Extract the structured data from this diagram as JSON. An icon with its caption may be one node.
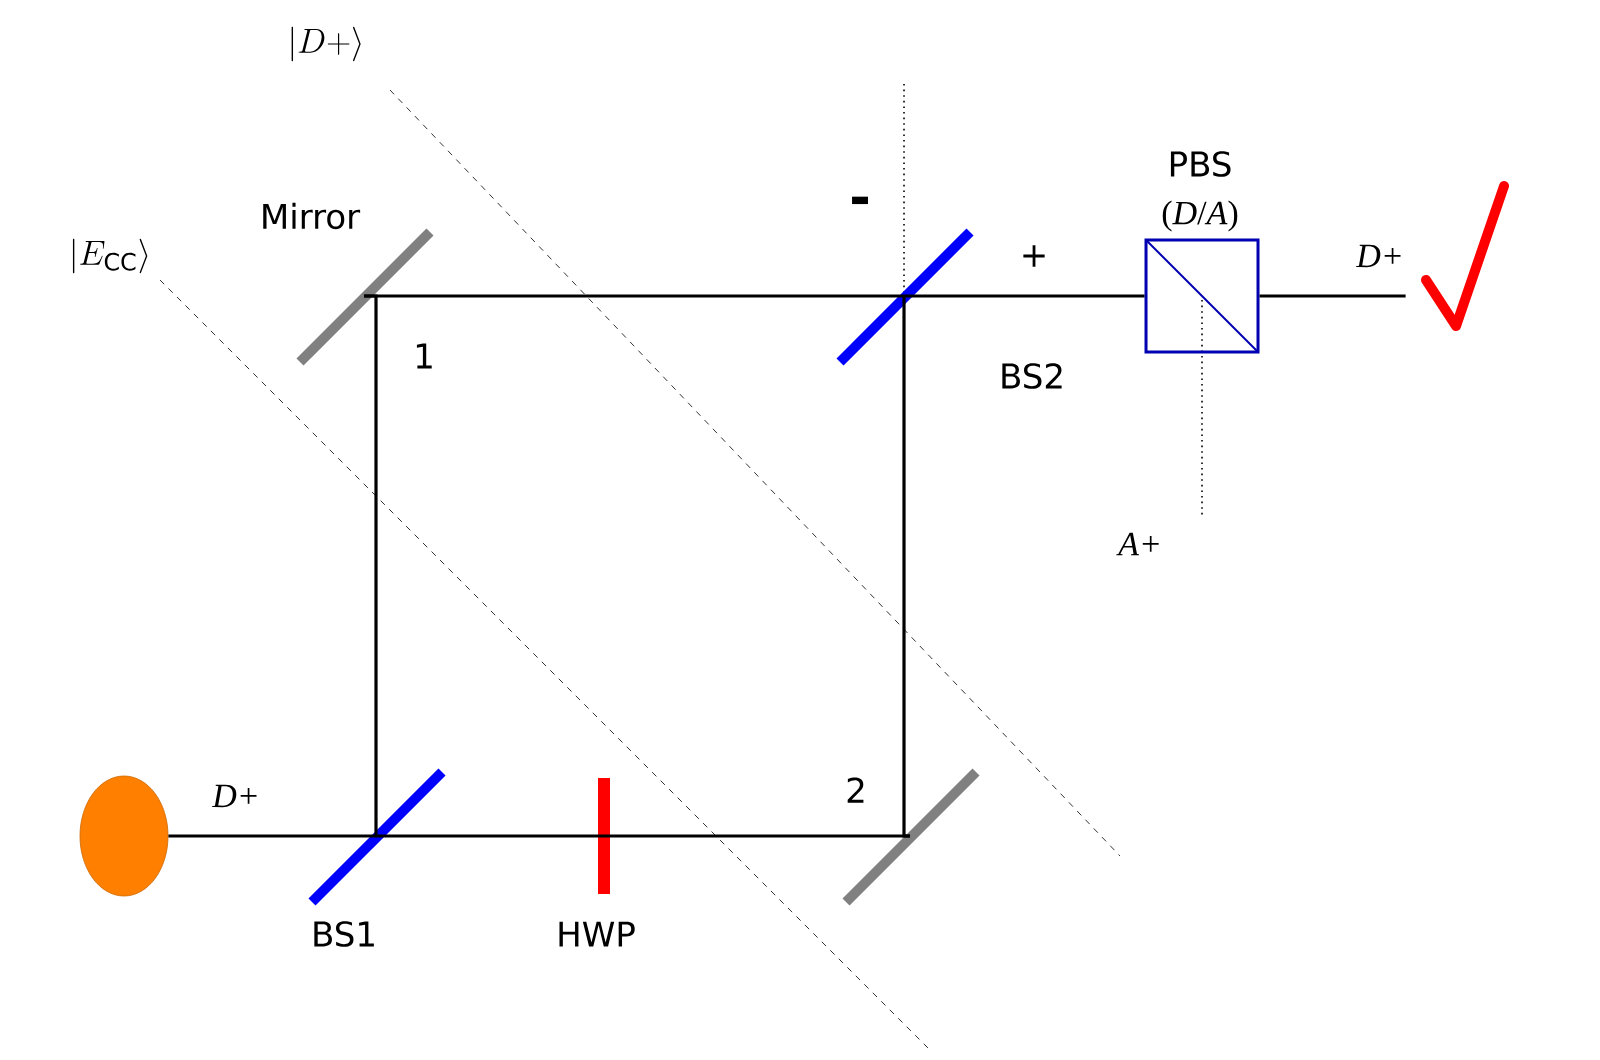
{
  "diagram": {
    "nodes": [
      {
        "text": [
          "Mirror"
        ]
      },
      {
        "text": [
          "BS2"
        ]
      },
      {
        "text": [
          "PBS",
          "(*D*/*A*)"
        ]
      },
      {
        "text": [],
        "shape": "picture"
      },
      {
        "text": [],
        "shape": "circle"
      },
      {
        "text": [
          "BS1"
        ]
      },
      {
        "text": [
          "HWP"
        ]
      },
      {
        "text": [],
        "shape": "bar"
      }
    ],
    "edges": [
      {
        "from": 4,
        "to": 5,
        "arrow": "none",
        "label": "D+"
      },
      {
        "from": 5,
        "to": 0,
        "arrow": "none"
      },
      {
        "from": 0,
        "to": 1,
        "arrow": "none"
      },
      {
        "from": 5,
        "to": 6,
        "arrow": "none"
      },
      {
        "from": 6,
        "to": 7,
        "arrow": "none"
      },
      {
        "from": 7,
        "to": 1,
        "arrow": "none"
      },
      {
        "from": 1,
        "to": 2,
        "arrow": "none",
        "label": "+"
      },
      {
        "from": 2,
        "to": 3,
        "arrow": "none",
        "label": "D+"
      }
    ],
    "labels": [
      "|D+\\rangle",
      "|E_{\\mathrm{CC}}\\rangle",
      "1",
      "-",
      "A+",
      "2"
    ]
  }
}
